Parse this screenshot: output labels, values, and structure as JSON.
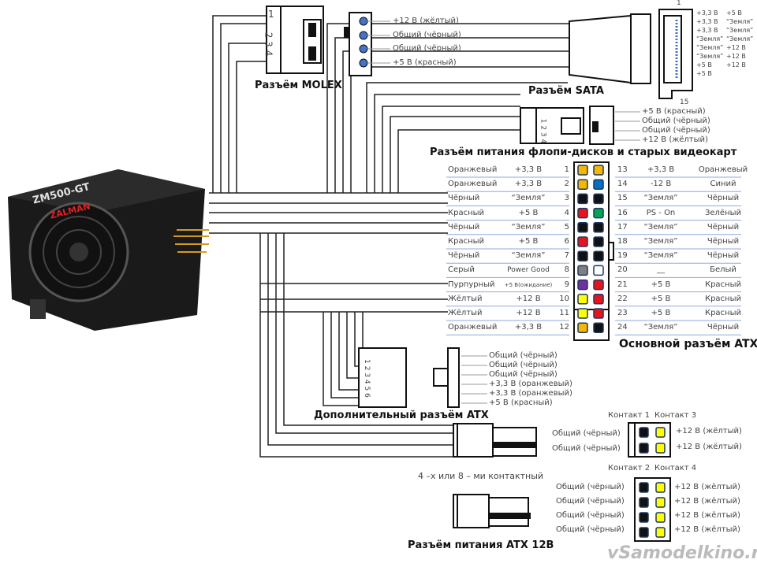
{
  "molex": {
    "title": "Разъём MOLEX",
    "pin1": "1",
    "pins234": "2 3 4",
    "labels": [
      "+12 В (жёлтый)",
      "Общий (чёрный)",
      "Общий (чёрный)",
      "+5 В (красный)"
    ]
  },
  "sata": {
    "title": "Разъём SATA",
    "pin_first": "1",
    "pin_last": "15",
    "labels": [
      "+3,3 В",
      "+3,3 В",
      "+3,3 В",
      "“Земля”",
      "“Земля”",
      "“Земля”",
      "+5 В",
      "+5 В",
      "+5 В",
      "“Земля”",
      "“Земля”",
      "“Земля”",
      "+12 В",
      "+12 В",
      "+12 В"
    ]
  },
  "floppy": {
    "title": "Разъём питания флопи-дисков и старых видеокарт",
    "pins": "1 2 3 4",
    "labels": [
      "+5 В (красный)",
      "Общий (чёрный)",
      "Общий (чёрный)",
      "+12 В (жёлтый)"
    ]
  },
  "atx_main": {
    "title": "Основной разъём ATX",
    "left": [
      [
        "Оранжевый",
        "+3,3 В",
        "1"
      ],
      [
        "Оранжевый",
        "+3,3 В",
        "2"
      ],
      [
        "Чёрный",
        "“Земля”",
        "3"
      ],
      [
        "Красный",
        "+5 В",
        "4"
      ],
      [
        "Чёрный",
        "“Земля”",
        "5"
      ],
      [
        "Красный",
        "+5 В",
        "6"
      ],
      [
        "Чёрный",
        "“Земля”",
        "7"
      ],
      [
        "Серый",
        "Power Good",
        "8"
      ],
      [
        "Пурпурный",
        "+5 В(ожидание)",
        "9"
      ],
      [
        "Жёлтый",
        "+12 В",
        "10"
      ],
      [
        "Жёлтый",
        "+12 В",
        "11"
      ],
      [
        "Оранжевый",
        "+3,3 В",
        "12"
      ]
    ],
    "right": [
      [
        "13",
        "+3,3 В",
        "Оранжевый"
      ],
      [
        "14",
        "-12 В",
        "Синий"
      ],
      [
        "15",
        "“Земля”",
        "Чёрный"
      ],
      [
        "16",
        "PS - On",
        "Зелёный"
      ],
      [
        "17",
        "“Земля”",
        "Чёрный"
      ],
      [
        "18",
        "“Земля”",
        "Чёрный"
      ],
      [
        "19",
        "“Земля”",
        "Чёрный"
      ],
      [
        "20",
        "__",
        "Белый"
      ],
      [
        "21",
        "+5 В",
        "Красный"
      ],
      [
        "22",
        "+5 В",
        "Красный"
      ],
      [
        "23",
        "+5 В",
        "Красный"
      ],
      [
        "24",
        "“Земля”",
        "Чёрный"
      ]
    ],
    "pin_colors_left": [
      "#f5b800",
      "#f5b800",
      "#111111",
      "#e8141c",
      "#111111",
      "#e8141c",
      "#111111",
      "#808080",
      "#7030a0",
      "#ffff00",
      "#ffff00",
      "#f5b800"
    ],
    "pin_colors_right": [
      "#f5b800",
      "#0070c0",
      "#111111",
      "#00a550",
      "#111111",
      "#111111",
      "#111111",
      "#ffffff",
      "#e8141c",
      "#e8141c",
      "#e8141c",
      "#111111"
    ]
  },
  "atx_aux": {
    "title": "Дополнительный разъём ATX",
    "pins": "1 2 3 4 5 6",
    "labels": [
      "Общий (чёрный)",
      "Общий (чёрный)",
      "Общий (чёрный)",
      "+3,3 В (оранжевый)",
      "+3,3 В (оранжевый)",
      "+5 В (красный)"
    ]
  },
  "atx12v": {
    "title": "Разъём питания ATX 12В",
    "subtitle": "4 –х или 8 – ми контактный",
    "four": {
      "contact_a": "Контакт 1",
      "contact_b": "Контакт 3",
      "left": [
        "Общий (чёрный)",
        "Общий (чёрный)"
      ],
      "right": [
        "+12 В (жёлтый)",
        "+12 В (жёлтый)"
      ]
    },
    "eight": {
      "contact_a": "Контакт 2",
      "contact_b": "Контакт 4",
      "left": [
        "Общий (чёрный)",
        "Общий (чёрный)",
        "Общий (чёрный)",
        "Общий (чёрный)"
      ],
      "right": [
        "+12 В (жёлтый)",
        "+12 В (жёлтый)",
        "+12 В (жёлтый)",
        "+12 В (жёлтый)"
      ]
    }
  },
  "psu": {
    "label": "ZM500-GT",
    "brand": "ZALMAN"
  },
  "watermark": "vSamodelkino.ru"
}
